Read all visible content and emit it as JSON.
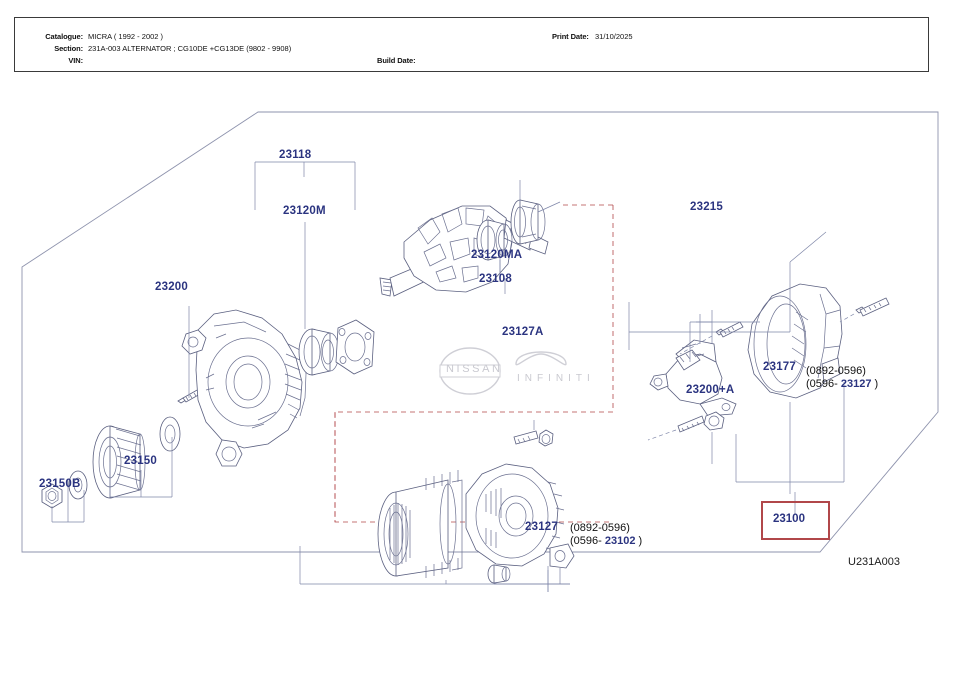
{
  "header": {
    "catalogue_label": "Catalogue:",
    "catalogue_value": "MICRA ( 1992 - 2002 )",
    "section_label": "Section:",
    "section_value": "231A-003 ALTERNATOR ; CG10DE +CG13DE (9802 - 9908)",
    "vin_label": "VIN:",
    "vin_value": "",
    "print_date_label": "Print Date:",
    "print_date_value": "31/10/2025",
    "build_date_label": "Build Date:",
    "build_date_value": ""
  },
  "diagram": {
    "code": "U231A003",
    "highlight": {
      "part_number": "23100",
      "border_color": "#b1474a"
    },
    "label_color": "#2b3480",
    "watermarks": {
      "nissan": "NISSAN",
      "infiniti": "INFINITI"
    },
    "parts": [
      {
        "id": "23118",
        "label": "23118"
      },
      {
        "id": "23120M",
        "label": "23120M"
      },
      {
        "id": "23120MA",
        "label": "23120MA"
      },
      {
        "id": "23108",
        "label": "23108"
      },
      {
        "id": "23200",
        "label": "23200"
      },
      {
        "id": "23150",
        "label": "23150"
      },
      {
        "id": "23150B",
        "label": "23150B"
      },
      {
        "id": "23215",
        "label": "23215"
      },
      {
        "id": "23200A",
        "label": "23200+A"
      },
      {
        "id": "23177",
        "label": "23177"
      },
      {
        "id": "23127A",
        "label": "23127A"
      },
      {
        "id": "23127",
        "label": "23127"
      }
    ],
    "notes": {
      "note_23177_line1": "(0892-0596)",
      "note_23177_line2_prefix": "(0596-",
      "note_23177_line2_part": "23127",
      "note_23177_line2_suffix": ")",
      "note_23127_line1": "(0892-0596)",
      "note_23127_line2_prefix": "(0596-",
      "note_23127_line2_part": "23102",
      "note_23127_line2_suffix": ")"
    }
  }
}
